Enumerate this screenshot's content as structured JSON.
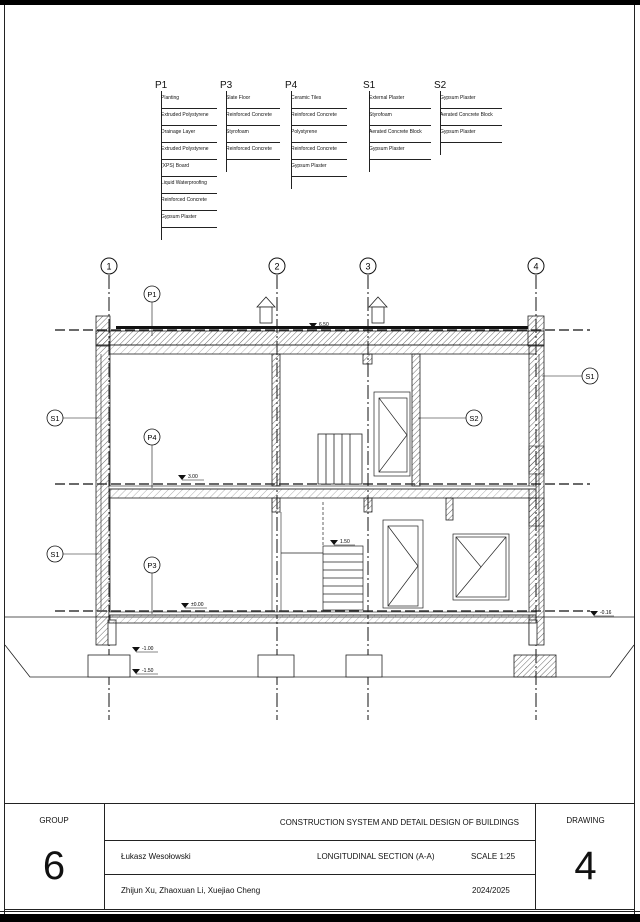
{
  "legend": {
    "p1": {
      "code": "P1",
      "layers": [
        "Planting",
        "Extruded Polystyrene",
        "Drainage Layer",
        "Extruded Polystyrene",
        "(XPS) Board",
        "Liquid Waterproofing",
        "Reinforced Concrete",
        "Gypsum Plaster"
      ]
    },
    "p3": {
      "code": "P3",
      "layers": [
        "Slate Floor",
        "Reinforced Concrete",
        "Styrofoam",
        "Reinforced Concrete"
      ]
    },
    "p4": {
      "code": "P4",
      "layers": [
        "Ceramic Tiles",
        "Reinforced Concrete",
        "Polystyrene",
        "Reinforced Concrete",
        "Gypsum Plaster"
      ]
    },
    "s1": {
      "code": "S1",
      "layers": [
        "External Plaster",
        "Styrofoam",
        "Aerated Concrete Block",
        "Gypsum Plaster"
      ]
    },
    "s2": {
      "code": "S2",
      "layers": [
        "Gypsum Plaster",
        "Aerated Concrete Block",
        "Gypsum Plaster"
      ]
    }
  },
  "drawing": {
    "grid": [
      "1",
      "2",
      "3",
      "4"
    ],
    "tags": {
      "p1": "P1",
      "p4": "P4",
      "p3": "P3",
      "s1_upper_left": "S1",
      "s1_lower_left": "S1",
      "s1_right": "S1",
      "s2": "S2"
    },
    "levels": {
      "roof": "6.50",
      "first": "3.00",
      "stair": "1.50",
      "ground": "±0.00",
      "outside": "-0.16",
      "foundation1": "-1.00",
      "foundation2": "-1.50"
    }
  },
  "titleblock": {
    "group_label": "GROUP",
    "group_number": "6",
    "course": "CONSTRUCTION SYSTEM AND DETAIL DESIGN OF BUILDINGS",
    "teacher": "Łukasz Wesołowski",
    "section": "LONGITUDINAL SECTION (A-A)",
    "scale": "SCALE 1:25",
    "students": "Zhijun Xu, Zhaoxuan Li, Xuejiao Cheng",
    "year": "2024/2025",
    "drawing_label": "DRAWING",
    "drawing_number": "4"
  }
}
